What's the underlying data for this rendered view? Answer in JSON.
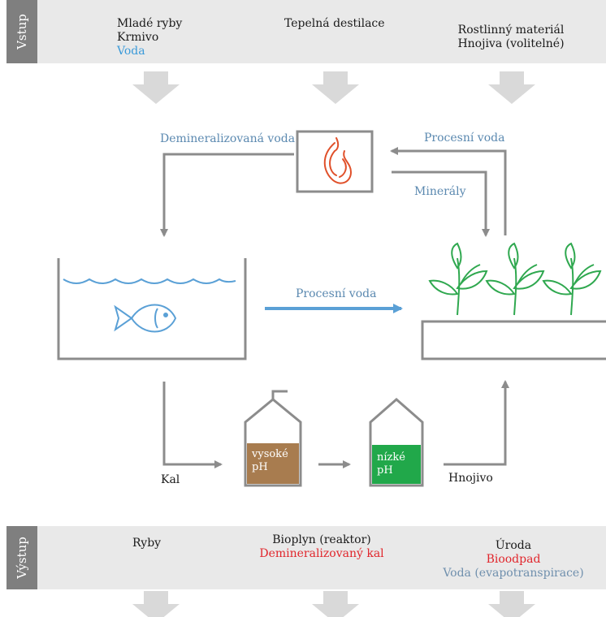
{
  "input_band": {
    "tab_label": "Vstup",
    "col1": [
      "Mladé ryby",
      "Krmivo",
      "Voda"
    ],
    "col2": [
      "Tepelná destilace"
    ],
    "col3": [
      "Rostlinný materiál",
      "Hnojiva (volitelné)"
    ]
  },
  "output_band": {
    "tab_label": "Výstup",
    "col1": [
      "Ryby"
    ],
    "col2": [
      "Bioplyn (reaktor)",
      "Demineralizovaný kal"
    ],
    "col3": [
      "Úroda",
      "Bioodpad",
      "Voda (evapotranspirace)"
    ]
  },
  "flows": {
    "demineralized_water": "Demineralizovaná voda",
    "process_water_top": "Procesní voda",
    "minerals": "Minerály",
    "process_water_middle": "Procesní voda",
    "sludge": "Kal",
    "fertilizer": "Hnojivo"
  },
  "tanks": {
    "high_ph": [
      "vysoké",
      "pH"
    ],
    "low_ph": [
      "nízké",
      "pH"
    ]
  },
  "colors": {
    "band_bg": "#e9e9e9",
    "tab_bg": "#7f7f7f",
    "line_gray": "#8c8c8c",
    "arrow_light": "#d9d9d9",
    "water_blue": "#5aa0d6",
    "flame": "#e0502a",
    "plant_green": "#2fa84f",
    "high_ph_fill": "#a87c4f",
    "low_ph_fill": "#21a84a",
    "red_text": "#e1262c",
    "blue_text": "#3a9ad9"
  },
  "icons": [
    "flame-icon",
    "fish-icon",
    "plant-icon",
    "water-wave-icon"
  ]
}
